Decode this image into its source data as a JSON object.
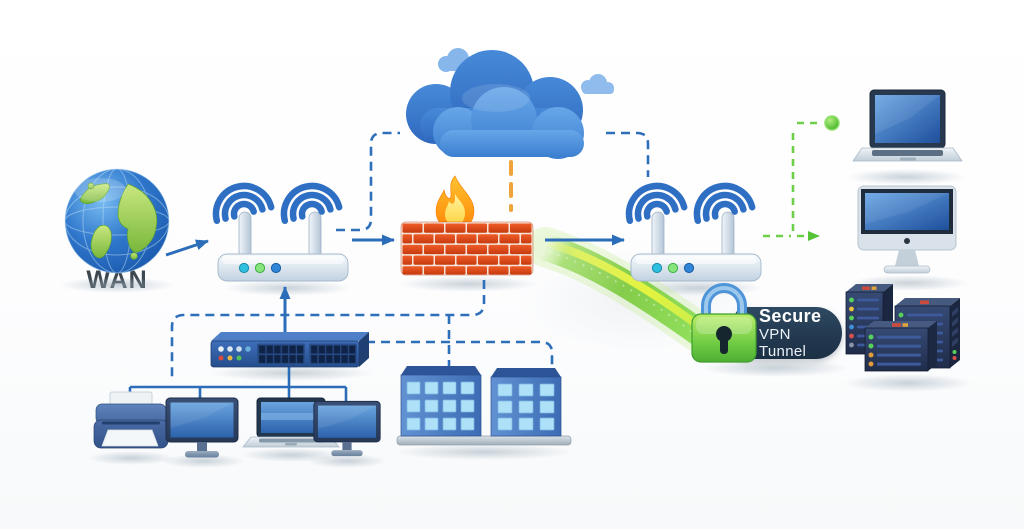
{
  "labels": {
    "wan": "WAN",
    "vpn_line1": "Secure",
    "vpn_line2": "VPN Tunnel"
  },
  "colors": {
    "background": "#fdfdfd",
    "connector_blue": "#2b6db8",
    "dashed_blue": "#2e6fba",
    "dashed_orange": "#f0a43c",
    "dashed_green": "#6ecf48",
    "tunnel_green": "#7ccb3f",
    "tunnel_core_yellow": "#e8f53e",
    "vpn_label_bg": "#22384e",
    "vpn_label_text": "#ffffff",
    "wan_label_text": "#3c464e",
    "padlock_green": "#66c93e",
    "padlock_shackle_blue": "#5b9bdf",
    "firewall_brick_red": "#d9481c",
    "flame_orange": "#ffa21f",
    "flame_yellow": "#ffe06a",
    "cloud_blue": "#4283d3",
    "globe_ocean_blue": "#2a6ec6",
    "globe_land_green": "#93c94e",
    "router_body_gray": "#dde7f0",
    "router_led_cyan": "#2ec0e0",
    "router_led_green": "#86e57c",
    "router_led_blue": "#2f86d8",
    "switch_blue": "#33609f",
    "server_navy": "#2b3c60",
    "building_blue": "#4a7ac0",
    "screen_blue": "#3b74c2"
  },
  "icons": [
    "wan-globe-icon",
    "wifi-router-left-icon",
    "wifi-router-right-icon",
    "cloud-icon",
    "firewall-icon",
    "secure-vpn-padlock-icon",
    "vpn-tunnel-swoosh",
    "server-cluster-icon",
    "laptop-right-icon",
    "desktop-right-icon",
    "network-switch-icon",
    "printer-icon",
    "desktop-monitor-icon",
    "laptop-bottom-icon",
    "office-buildings-icon"
  ]
}
